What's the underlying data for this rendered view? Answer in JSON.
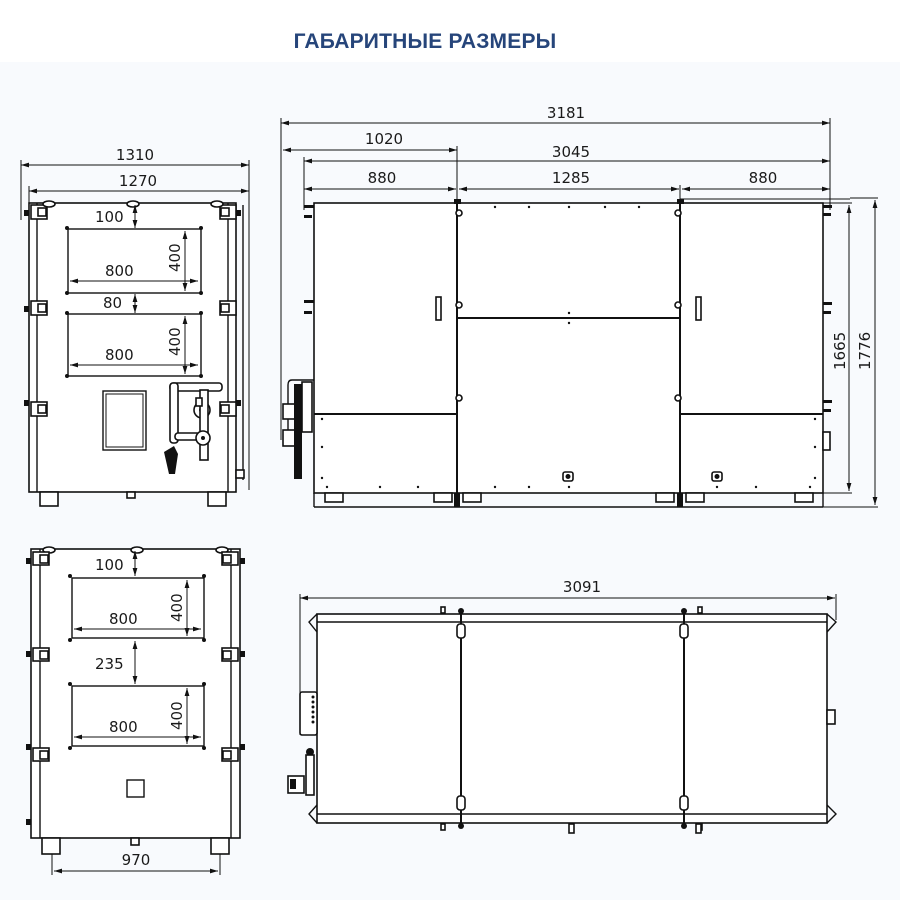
{
  "title": "ГАБАРИТНЫЕ РАЗМЕРЫ",
  "views": {
    "front_view": {
      "overall_width": "1310",
      "body_width": "1270",
      "top_offset": "100",
      "opening1_width": "800",
      "opening1_height": "400",
      "gap_between_openings": "80",
      "opening2_width": "800",
      "opening2_height": "400"
    },
    "side_view": {
      "overall_length": "3181",
      "left_to_first_joint": "1020",
      "body_length": "3045",
      "section1": "880",
      "section2": "1285",
      "section3": "880",
      "body_height": "1665",
      "overall_height": "1776"
    },
    "rear_view": {
      "top_offset": "100",
      "opening1_width": "800",
      "opening1_height": "400",
      "gap_between_openings": "235",
      "opening2_width": "800",
      "opening2_height": "400",
      "feet_spacing": "970"
    },
    "top_view": {
      "overall_length": "3091"
    }
  },
  "colors": {
    "title": "#26457a",
    "lines": "#111111",
    "background": "#f8fafd"
  }
}
